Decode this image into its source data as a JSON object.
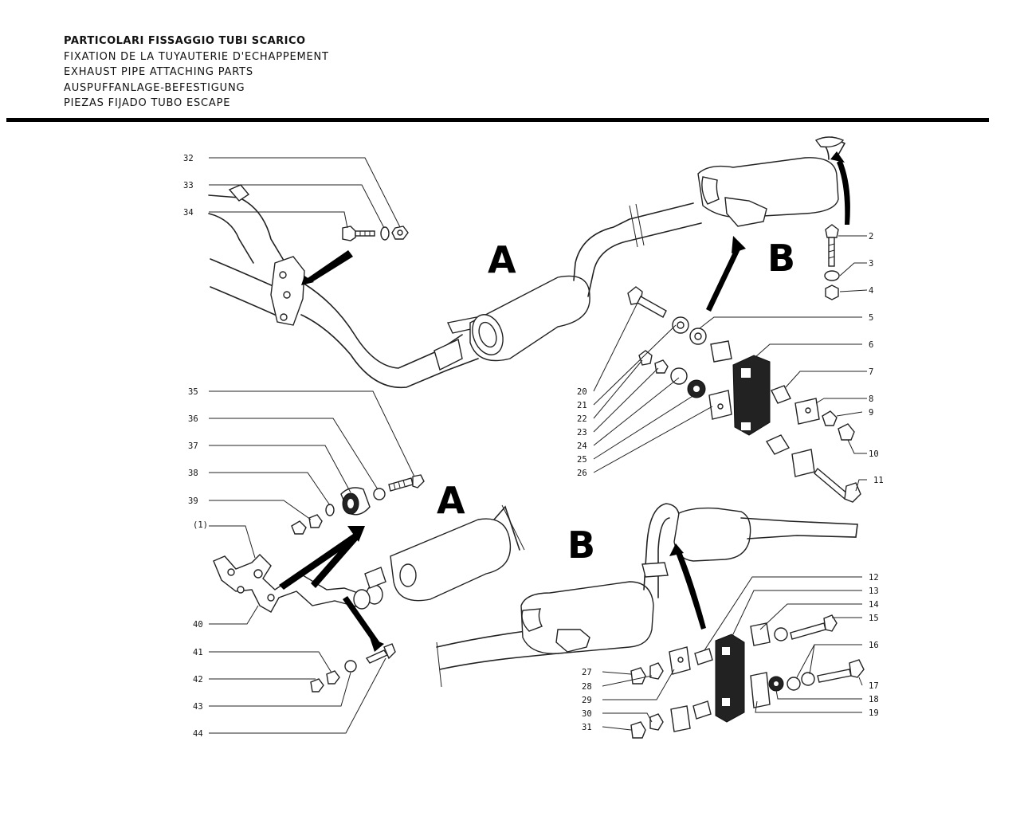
{
  "title_lines": [
    "PARTICOLARI FISSAGGIO TUBI SCARICO",
    "FIXATION DE LA TUYAUTERIE D'ECHAPPEMENT",
    "EXHAUST PIPE ATTACHING PARTS",
    "AUSPUFFANLAGE-BEFESTIGUNG",
    "PIEZAS FIJADO TUBO ESCAPE"
  ],
  "section_labels": {
    "a_top": "A",
    "b_top": "B",
    "a_bottom": "A",
    "b_bottom": "B"
  },
  "callouts": [
    "(1)",
    "2",
    "3",
    "4",
    "5",
    "6",
    "7",
    "8",
    "9",
    "10",
    "11",
    "12",
    "13",
    "14",
    "15",
    "16",
    "17",
    "18",
    "19",
    "20",
    "21",
    "22",
    "23",
    "24",
    "25",
    "26",
    "27",
    "28",
    "29",
    "30",
    "31",
    "32",
    "33",
    "34",
    "35",
    "36",
    "37",
    "38",
    "39",
    "40",
    "41",
    "42",
    "43",
    "44"
  ]
}
